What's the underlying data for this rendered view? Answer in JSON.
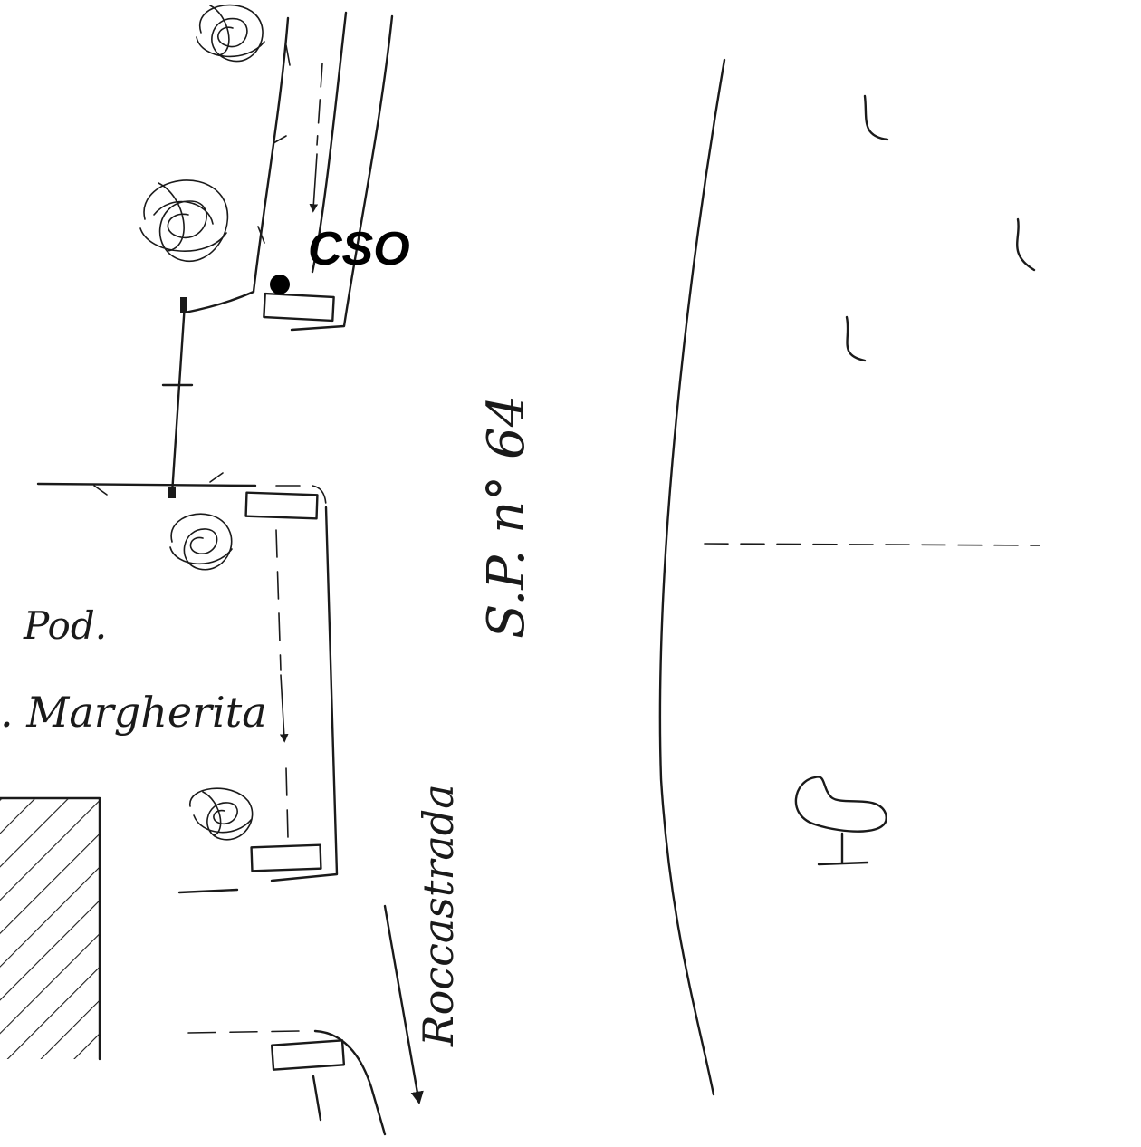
{
  "labels": {
    "cso": "CSO",
    "road_sp": "S.P. n° 64",
    "podere_line1": "Pod.",
    "podere_line2": ". Margherita",
    "direction": "Roccastrada"
  },
  "colors": {
    "ink": "#1a1a1a",
    "marker": "#000000",
    "background": "#ffffff"
  },
  "icons": [
    "tree-icon",
    "bench-icon",
    "field-mark-icon",
    "cso-marker-icon",
    "building-hatch-icon",
    "arrow-icon"
  ]
}
